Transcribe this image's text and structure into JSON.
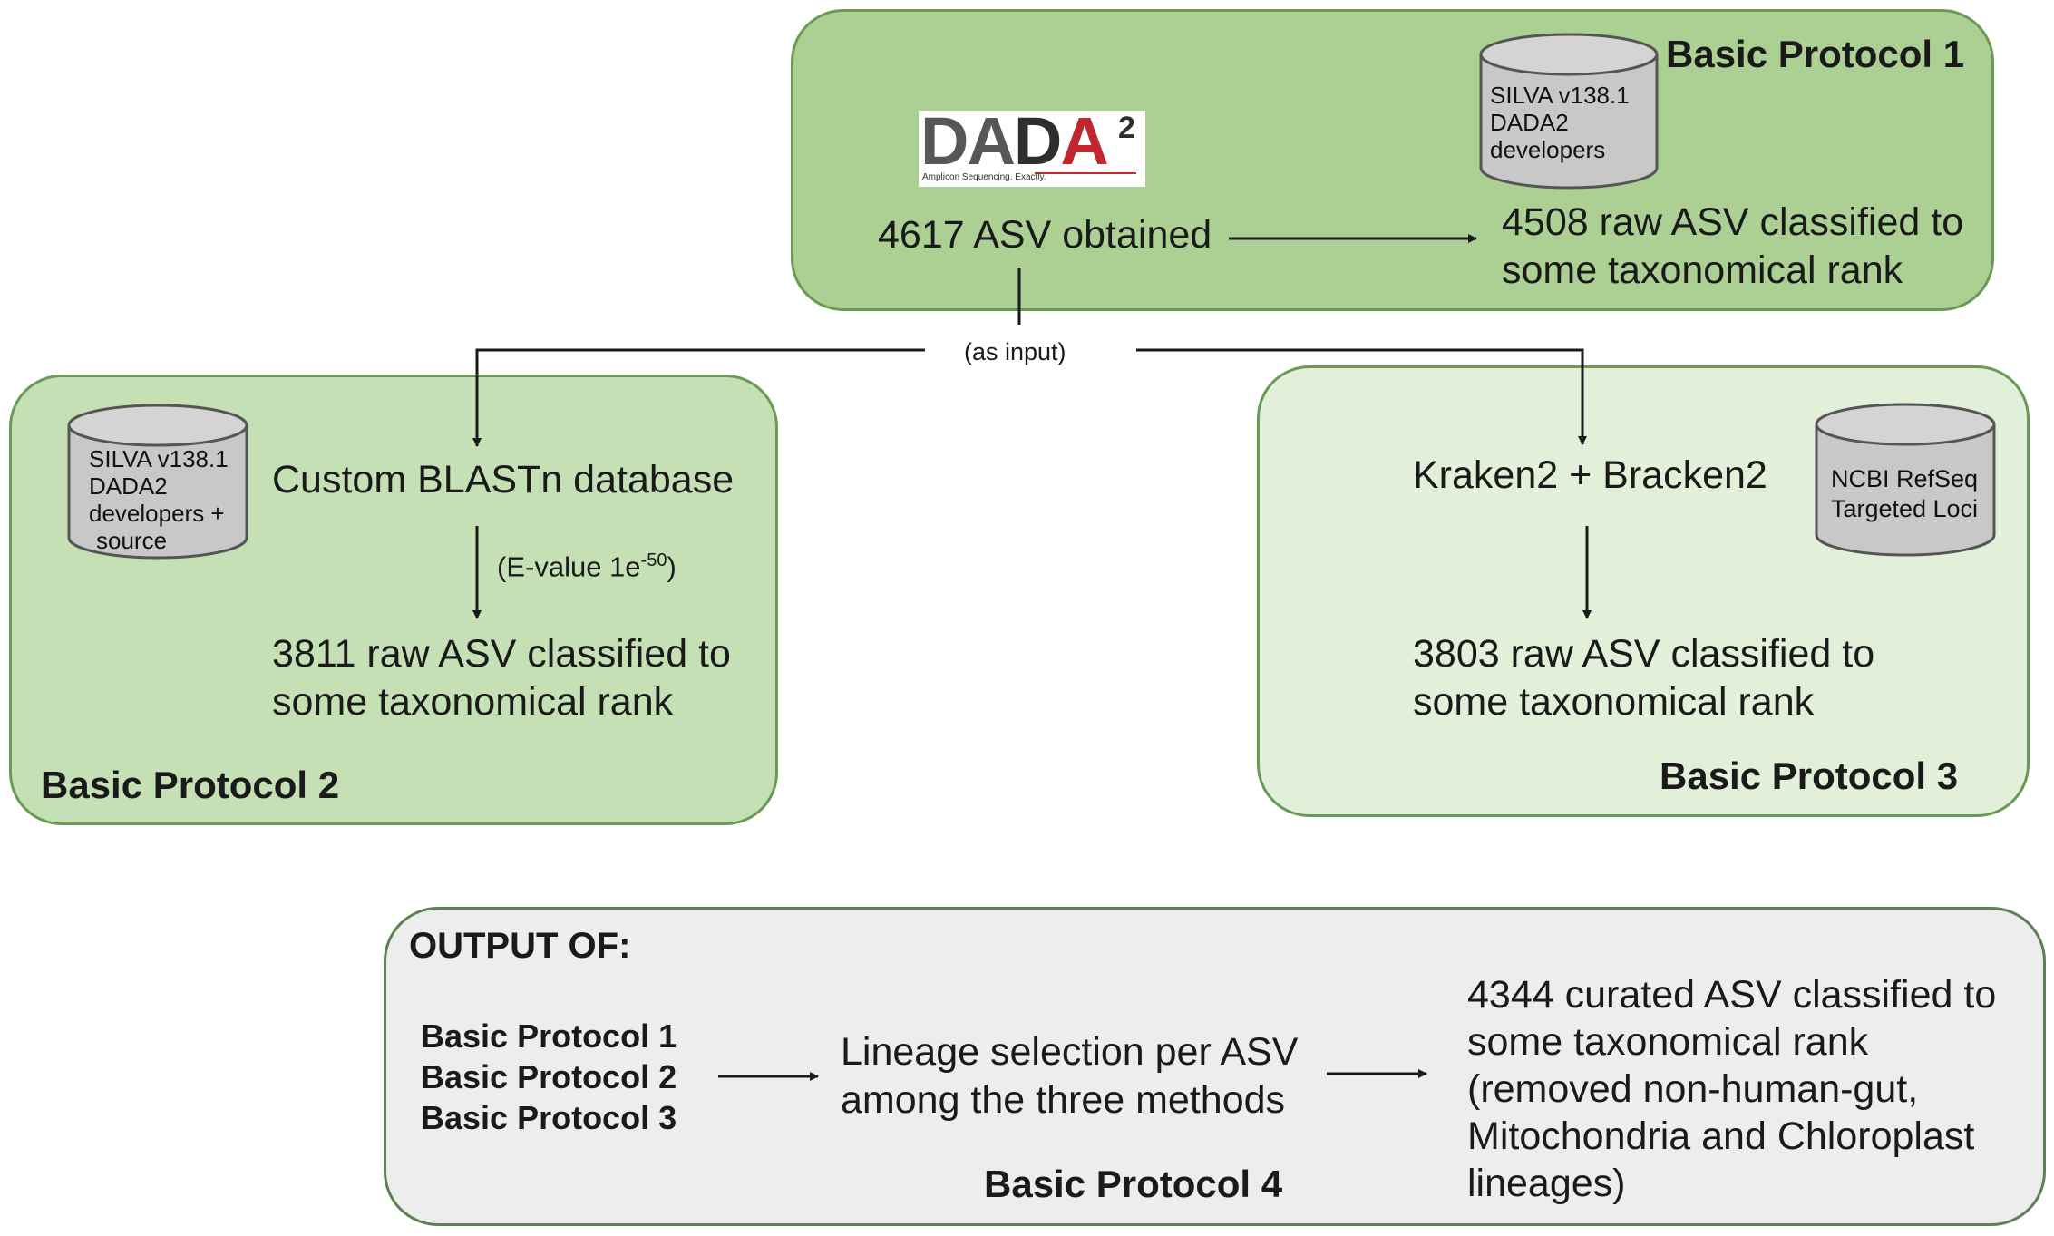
{
  "basic_protocol_1": {
    "title": "Basic Protocol 1",
    "logo": {
      "text": "DADA",
      "superscript": "2",
      "tagline": "Amplicon Sequencing. Exactly."
    },
    "asv_obtained": "4617 ASV obtained",
    "database": [
      "SILVA v138.1",
      "DADA2",
      "developers"
    ],
    "result": [
      "4508 raw ASV classified to",
      "some taxonomical rank"
    ]
  },
  "input_label": "(as input)",
  "basic_protocol_2": {
    "title": "Basic Protocol 2",
    "database": [
      "SILVA v138.1",
      "DADA2",
      "developers +",
      "source"
    ],
    "method": "Custom BLASTn database",
    "evalue_prefix": "(E-value 1e",
    "evalue_exponent": "-50",
    "evalue_suffix": ")",
    "result": [
      "3811 raw ASV classified to",
      "some taxonomical rank"
    ]
  },
  "basic_protocol_3": {
    "title": "Basic Protocol 3",
    "database": [
      "NCBI RefSeq",
      "Targeted Loci"
    ],
    "method": "Kraken2 + Bracken2",
    "result": [
      "3803 raw ASV classified to",
      "some taxonomical rank"
    ]
  },
  "basic_protocol_4": {
    "header": "OUTPUT OF:",
    "title": "Basic Protocol 4",
    "inputs": [
      "Basic Protocol 1",
      "Basic Protocol 2",
      "Basic Protocol 3"
    ],
    "step": [
      "Lineage selection per ASV",
      "among the three methods"
    ],
    "result": [
      "4344 curated ASV classified to",
      "some taxonomical rank",
      "(removed non-human-gut,",
      "Mitochondria and Chloroplast",
      "lineages)"
    ]
  },
  "colors": {
    "bp1_fill": "#acd093",
    "bp2_fill": "#c5e0b4",
    "bp3_fill": "#e3f0d9",
    "bp4_fill": "#ededed",
    "database_fill": "#c8c8c8"
  }
}
